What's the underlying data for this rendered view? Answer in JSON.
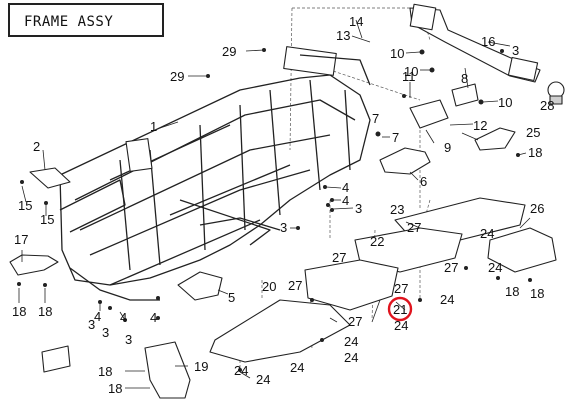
{
  "title": "FRAME ASSY",
  "callouts": [
    {
      "id": "c1",
      "text": "1"
    },
    {
      "id": "c2",
      "text": "2"
    },
    {
      "id": "c3",
      "text": "3"
    },
    {
      "id": "c4",
      "text": "4"
    },
    {
      "id": "c5",
      "text": "5"
    },
    {
      "id": "c6",
      "text": "6"
    },
    {
      "id": "c7",
      "text": "7"
    },
    {
      "id": "c8",
      "text": "8"
    },
    {
      "id": "c9",
      "text": "9"
    },
    {
      "id": "c10",
      "text": "10"
    },
    {
      "id": "c11",
      "text": "11"
    },
    {
      "id": "c12",
      "text": "12"
    },
    {
      "id": "c13",
      "text": "13"
    },
    {
      "id": "c14",
      "text": "14"
    },
    {
      "id": "c15",
      "text": "15"
    },
    {
      "id": "c16",
      "text": "16"
    },
    {
      "id": "c17",
      "text": "17"
    },
    {
      "id": "c18",
      "text": "18"
    },
    {
      "id": "c19",
      "text": "19"
    },
    {
      "id": "c20",
      "text": "20"
    },
    {
      "id": "c21",
      "text": "21"
    },
    {
      "id": "c22",
      "text": "22"
    },
    {
      "id": "c23",
      "text": "23"
    },
    {
      "id": "c24",
      "text": "24"
    },
    {
      "id": "c25",
      "text": "25"
    },
    {
      "id": "c26",
      "text": "26"
    },
    {
      "id": "c27",
      "text": "27"
    },
    {
      "id": "c28",
      "text": "28"
    },
    {
      "id": "c29",
      "text": "29"
    }
  ],
  "highlight_color": "#e0141e"
}
